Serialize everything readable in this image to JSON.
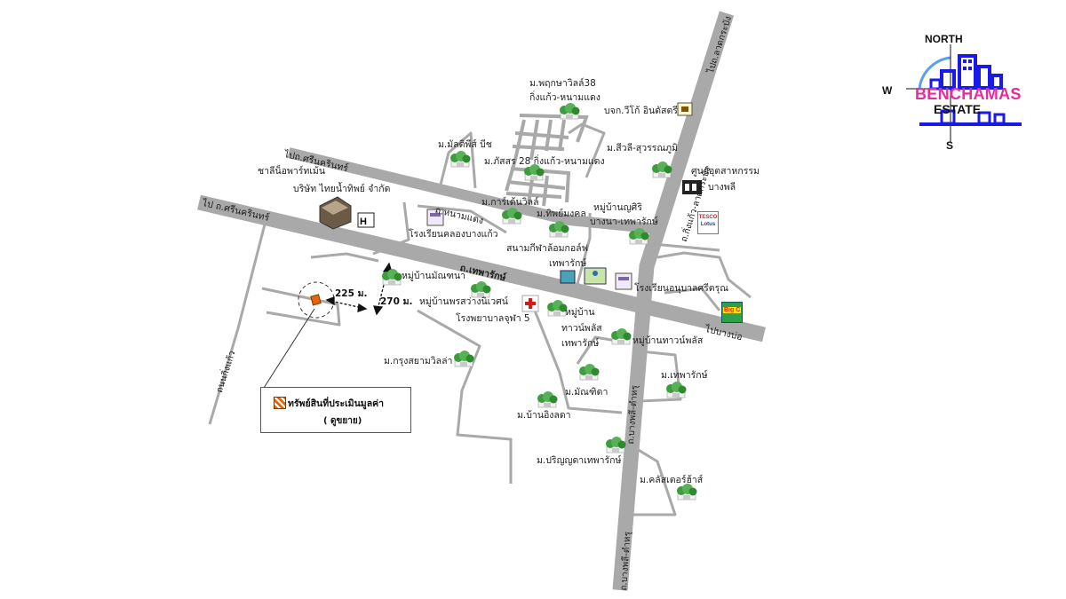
{
  "roads": {
    "srinakarin_west": "ไป ถ.ศรีนครินทร์",
    "srinakarin_north": "ไปถ.ศรีนครินทร์",
    "theparak": "ถ.เทพารักษ์",
    "nammaengdang": "ถ.หนามแดง",
    "to_bangbo": "ไปบางบ่อ",
    "to_samrong": "ไปถ.ลาดกระบัง",
    "kingkaew_east": "ถ.กิ่งแก้ว-ลาดกระบัง",
    "bangphli_south": "ถ.บางพลี-ตำหรุ",
    "king_kaew_west": "ถนนกิ่งแก้ว",
    "km_south": "ถ.บางพลี-ตำหรุ"
  },
  "labels": {
    "phruksa38": "ม.พฤกษาวิลล์38",
    "phruksa38b": "กิ่งแก้ว-หนามแดง",
    "bangchak": "บจก.วีโก้ อินดัสตรี",
    "multipiece": "ม.มัลติพีส์ บีช",
    "kasetsin": "ม.ภัสสร 28 กิ่งแก้ว-หนามแดง",
    "wilai": "ม.สีวลี-สุวรรณภูมิ",
    "industrial": "ศูนย์อุตสาหกรรม",
    "industrial2": "บางพลี",
    "shalimar": "ชาลีน็อพาร์ทเม้น",
    "thaifood": "บริษัท ไทยน้ำทิพย์ จำกัด",
    "gardenvilla": "ม.การ์เด้นวิลล์",
    "themongkol": "ม.ทิพย์มงคล",
    "nuansiri": "หมู่บ้านญศิริ",
    "nuansiri2": "บางนา-เทพารักษ์",
    "school_klong": "โรงเรียนคลองบางแก้ว",
    "golf": "สนามกีฬาล้อมกอล์ฟ",
    "golf2": "เทพารักษ์",
    "manthana": "หมู่บ้านมัณฑนา",
    "school_anuban": "โรงเรียนอนุบาลศรีตรุณ",
    "phonsawang": "หมู่บ้านพรสว่างนิเวศน์",
    "hospital": "โรงพยาบาลจุฬา 5",
    "townplus": "หมู่บ้าน",
    "townplus2": "ทาวน์พลัส",
    "townplus3": "เทพารักษ์",
    "townplus_east": "หมู่บ้านทาวน์พลัส",
    "krungsiam": "ม.กรุงสยามวิลล่า",
    "theparak_vill": "ม.เทพารักษ์",
    "mantida": "ม.มัณฑิดา",
    "banyinlada": "ม.บ้านอิงลดา",
    "parinyada": "ม.ปริญญดาเทพารักษ์",
    "classic": "ม.คลัสเตอร์ฮ้าส์"
  },
  "distances": {
    "horizontal": "225 ม.",
    "vertical": "270 ม."
  },
  "legend": {
    "title": "ทรัพย์สินที่ประเมินมูลค่า",
    "subtitle": "( ดูขยาย)"
  },
  "compass": {
    "north": "NORTH",
    "west": "W",
    "south": "S"
  },
  "brand": {
    "line1": "BENCHAMAS",
    "line2": "ESTATE",
    "pink": "#e82c9a",
    "blue": "#1a1ae8"
  },
  "store_badges": {
    "tesco_line1": "TESCO",
    "tesco_line2": "Lotus",
    "bigc": "Big C"
  },
  "colors": {
    "road": "#a9a9a9",
    "tree": "#3e9b3e",
    "property": "#e8630a"
  }
}
